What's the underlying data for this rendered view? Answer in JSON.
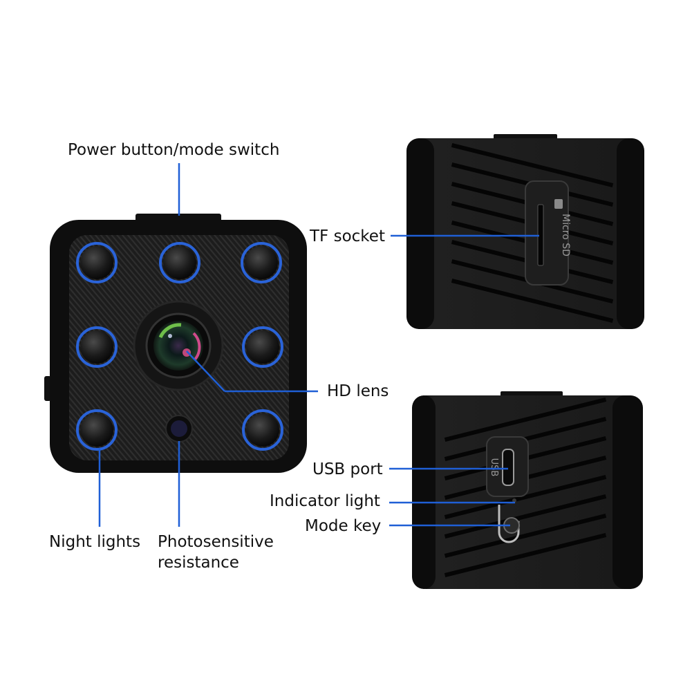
{
  "colors": {
    "callout_line": "#1f5fd6",
    "led_ring": "#2a63d8",
    "body": "#161616",
    "body_dark": "#0a0a0a",
    "background": "#ffffff",
    "text": "#111111"
  },
  "labels": {
    "power_button": "Power button/mode switch",
    "tf_socket": "TF socket",
    "hd_lens": "HD lens",
    "usb_port": "USB port",
    "indicator_light": "Indicator light",
    "mode_key": "Mode key",
    "night_lights": "Night lights",
    "photosensitive_line1": "Photosensitive",
    "photosensitive_line2": "resistance"
  },
  "device_print": {
    "micro_sd": "Micro SD",
    "usb": "USB"
  }
}
